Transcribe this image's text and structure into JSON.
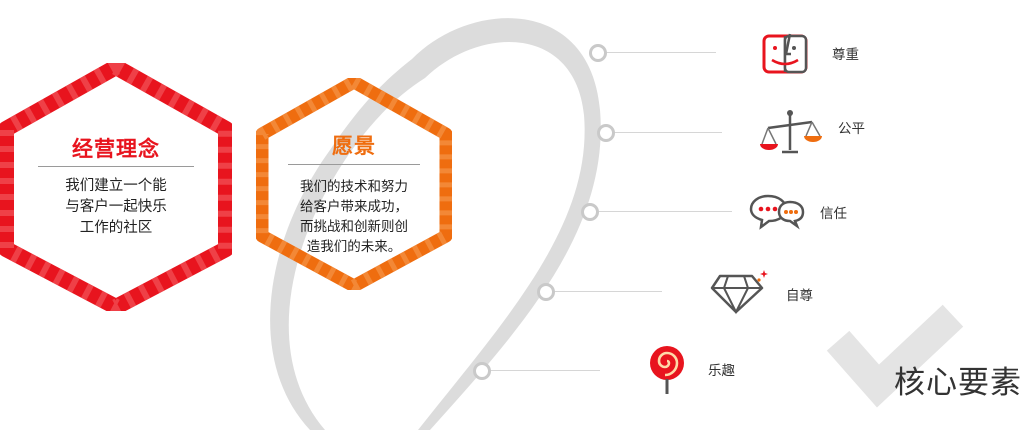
{
  "colors": {
    "red": "#e8141e",
    "orange": "#ef6d0f",
    "gray_arc": "#dcdcdc"
  },
  "mission": {
    "title": "经营理念",
    "lines": [
      "我们建立一个能",
      "与客户一起快乐",
      "工作的社区"
    ]
  },
  "vision": {
    "title": "愿景",
    "lines": [
      "我们的技术和努力",
      "给客户带来成功，",
      "而挑战和创新则创",
      "造我们的未来。"
    ]
  },
  "values": [
    {
      "label": "尊重",
      "icon": "face-icon"
    },
    {
      "label": "公平",
      "icon": "scale-icon"
    },
    {
      "label": "信任",
      "icon": "chat-bubbles-icon"
    },
    {
      "label": "自尊",
      "icon": "diamond-icon"
    },
    {
      "label": "乐趣",
      "icon": "lollipop-icon"
    }
  ],
  "core": {
    "title": "核心要素"
  }
}
